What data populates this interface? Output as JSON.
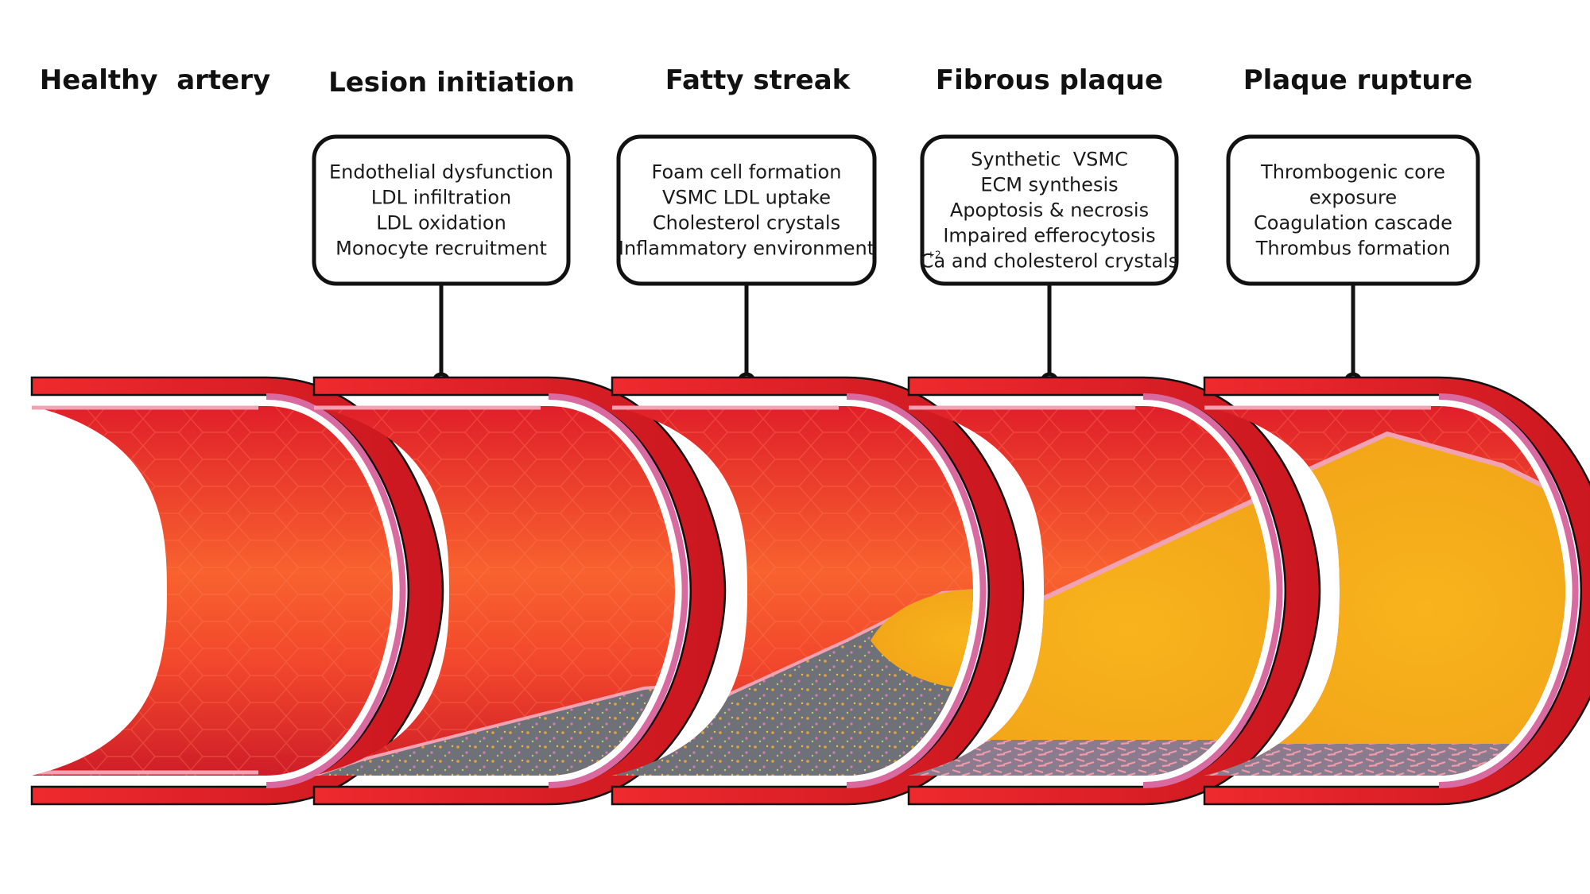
{
  "stages": [
    {
      "id": "healthy-artery",
      "title": "Healthy  artery",
      "lines": [],
      "plaque": "none"
    },
    {
      "id": "lesion-initiation",
      "title": "Lesion initiation",
      "lines": [
        "Endothelial dysfunction",
        "LDL infiltration",
        "LDL oxidation",
        "Monocyte recruitment"
      ],
      "plaque": "thin-grey"
    },
    {
      "id": "fatty-streak",
      "title": "Fatty streak",
      "lines": [
        "Foam cell formation",
        "VSMC LDL uptake",
        "Cholesterol crystals",
        "Inflammatory environment"
      ],
      "plaque": "grey-with-yellow"
    },
    {
      "id": "fibrous-plaque",
      "title": "Fibrous plaque",
      "lines": [
        "Synthetic  VSMC",
        "ECM synthesis",
        "Apoptosis & necrosis",
        "Impaired efferocytosis",
        "Ca and cholesterol crystals"
      ],
      "superscript": "+2",
      "plaque": "large-yellow"
    },
    {
      "id": "plaque-rupture",
      "title": "Plaque rupture",
      "lines": [
        "Thrombogenic core",
        "exposure",
        "Coagulation cascade",
        "Thrombus formation"
      ],
      "plaque": "ruptured"
    }
  ],
  "colors": {
    "vessel_red": "#e8212a",
    "vessel_outer": "#c4161f",
    "lumen_orange": "#f25a2c",
    "intima_pink": "#d96aa0",
    "plaque_grey": "#6e7178",
    "plaque_yellow": "#f6ae1a",
    "outline": "#111111"
  }
}
